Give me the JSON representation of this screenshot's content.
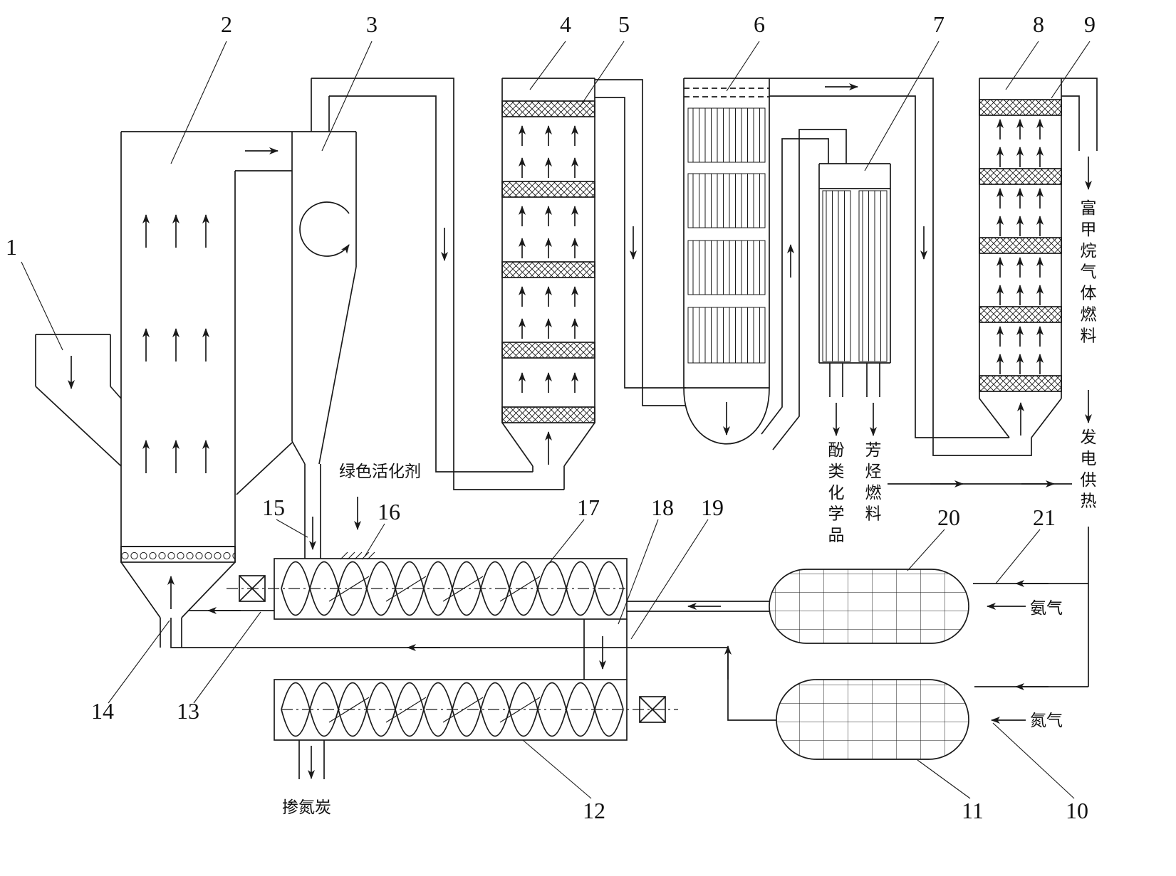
{
  "figure": {
    "callouts": {
      "n1": "1",
      "n2": "2",
      "n3": "3",
      "n4": "4",
      "n5": "5",
      "n6": "6",
      "n7": "7",
      "n8": "8",
      "n9": "9",
      "n10": "10",
      "n11": "11",
      "n12": "12",
      "n13": "13",
      "n14": "14",
      "n15": "15",
      "n16": "16",
      "n17": "17",
      "n18": "18",
      "n19": "19",
      "n20": "20",
      "n21": "21"
    },
    "annotations": {
      "green_activator": "绿色活化剂",
      "phenolic_chemicals": "酚类化学品",
      "aromatic_fuel": "芳烃燃料",
      "methane_rich_gas_fuel": "富甲烷气体燃料",
      "power_generation_heating": "发电供热",
      "ammonia_gas": "氨气",
      "nitrogen_gas": "氮气",
      "nitrogen_doped_char": "掺氮炭"
    },
    "colors": {
      "line": "#1a1a1a",
      "background": "#ffffff"
    }
  }
}
